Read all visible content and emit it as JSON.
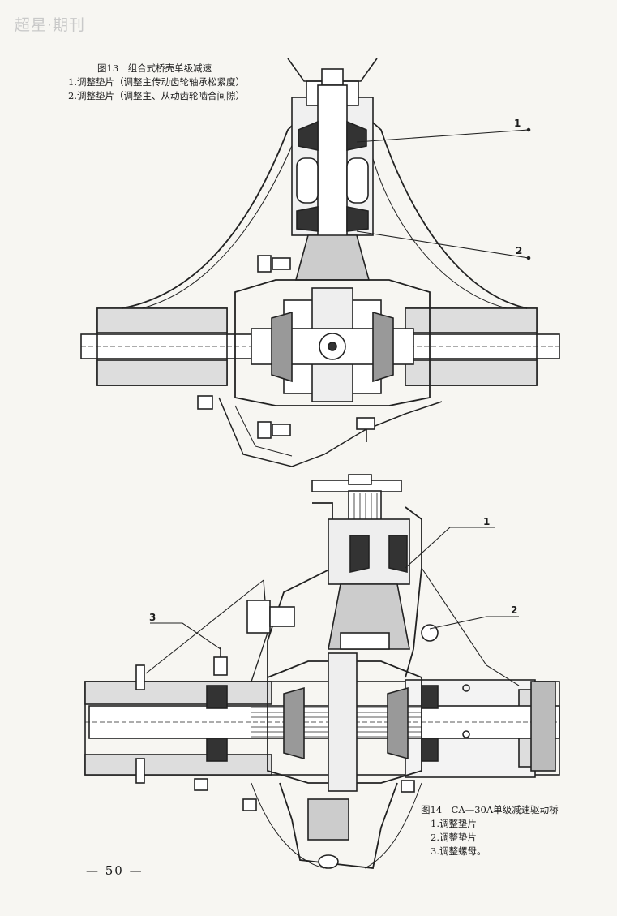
{
  "watermark": "超星·期刊",
  "figure13": {
    "caption_title": "图13　组合式桥壳单级减速",
    "items": [
      "1.调整垫片（调整主传动齿轮轴承松紧度）",
      "2.调整垫片（调整主、从动齿轮啮合间隙）"
    ],
    "callouts": [
      "1",
      "2"
    ]
  },
  "figure14": {
    "caption_title": "图14　CA—30A单级减速驱动桥",
    "items": [
      "1.调整垫片",
      "2.调整垫片",
      "3.调整螺母。"
    ],
    "callouts": [
      "1",
      "2",
      "3"
    ]
  },
  "page_number": "— 50 —"
}
